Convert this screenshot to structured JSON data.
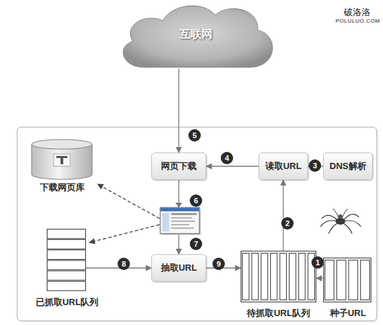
{
  "diagram": {
    "nodes": [
      {
        "text": [
          "互联网"
        ]
      },
      {
        "text": [
          "下载网页库"
        ]
      },
      {
        "text": [
          "网页下载"
        ]
      },
      {
        "text": [
          "读取URL"
        ]
      },
      {
        "text": [
          "DNS解析"
        ]
      },
      {
        "text": [
          "已抓取URL队列"
        ]
      },
      {
        "text": [
          "抽取URL"
        ]
      },
      {
        "text": [
          "待抓取URL队列"
        ]
      },
      {
        "text": [
          "种子URL"
        ]
      }
    ],
    "edges": [
      {
        "from": 0,
        "to": 2,
        "arrow": "to"
      },
      {
        "from": 8,
        "to": 7,
        "arrow": "to"
      },
      {
        "from": 7,
        "to": 3,
        "arrow": "to"
      },
      {
        "from": 4,
        "to": 3,
        "arrow": "to"
      },
      {
        "from": 3,
        "to": 2,
        "arrow": "to"
      },
      {
        "from": 2,
        "to": 6,
        "arrow": "to"
      },
      {
        "from": 5,
        "to": 6,
        "arrow": "to"
      },
      {
        "from": 6,
        "to": 7,
        "arrow": "to"
      }
    ],
    "labels": [
      "破洛洛",
      "POLULUO.COM",
      "1",
      "2",
      "3",
      "4",
      "5",
      "6",
      "7",
      "8",
      "9"
    ]
  }
}
